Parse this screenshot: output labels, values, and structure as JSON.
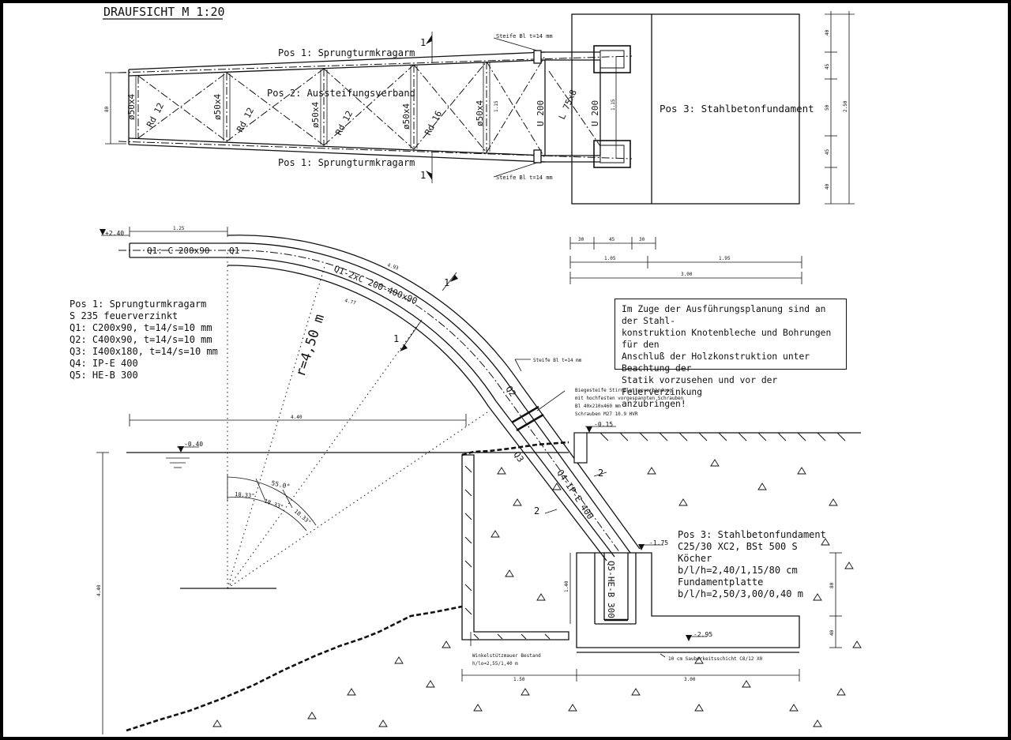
{
  "title": "DRAUFSICHT M 1:20",
  "plan": {
    "pos1_top": "Pos 1: Sprungturmkragarm",
    "pos1_bottom": "Pos 1: Sprungturmkragarm",
    "pos2": "Pos 2: Aussteifungsverband",
    "pos3": "Pos 3: Stahlbetonfundament",
    "section_mark": "1",
    "stiffener_top": "Steife Bl t=14 mm",
    "stiffener_bottom": "Steife Bl t=14 mm",
    "tube": "ø50x4",
    "rods": [
      "Rd 12",
      "Rd 12",
      "Rd 12",
      "Rd 16"
    ],
    "channel": "U 200",
    "angle": "L 75x8",
    "dims_right": [
      "40",
      "45",
      "50",
      "45",
      "40"
    ],
    "dim_total": "2.50",
    "dim_width": "1.15",
    "dim_left": "80"
  },
  "elevation": {
    "top_level": "+2.40",
    "dim_top": "1.25",
    "q1_label_a": "Q1: C 200x90",
    "q1_label_b": "Q1",
    "q1_q2_label": "Q1-2xC 200-400x90",
    "arc_len": "4.93",
    "arc_len_inner": "4.77",
    "radius": "r=4,50 m",
    "section_mark": "1",
    "stiffener": "Steife Bl t=14 mm",
    "connection_lines": [
      "Biegesteife Stirnplattenverbindung",
      "mit hochfesten vorgespannten Schrauben",
      "Bl 40x210x460 mm",
      "Schrauben M27 10.9 HVR"
    ],
    "q2": "Q2",
    "q3": "Q3",
    "q4_label": "Q4-IP-E 400",
    "q5_label": "Q5-HE-B 300",
    "section_mark2": "2",
    "dim_span": "4.40",
    "water_level": "-0.40",
    "ground_level": "-0.15",
    "socket_level": "-1.75",
    "plate_level": "-2.95",
    "angle_total": "55.0°",
    "angles": [
      "18.33°",
      "18.33°",
      "18.33°"
    ],
    "left_height": "4.40",
    "dim_140": "1.40",
    "wall_label_a": "Winkelstützmauer Bestand",
    "wall_label_b": "h/lo=2,55/1,40 m",
    "blinding": "10 cm Sauberkeitsschicht C8/12 X0",
    "dim_bottom_a": "1.50",
    "dim_bottom_b": "3.00",
    "dims_right": [
      "80",
      "40"
    ]
  },
  "top_dims": {
    "row1": [
      "30",
      "45",
      "30"
    ],
    "row2": [
      "1.05",
      "1.95"
    ],
    "row3": "3.00"
  },
  "pos1_spec": {
    "lines": [
      "Pos 1: Sprungturmkragarm",
      "S 235 feuerverzinkt",
      "Q1: C200x90, t=14/s=10 mm",
      "Q2: C400x90, t=14/s=10 mm",
      "Q3: I400x180, t=14/s=10 mm",
      "Q4: IP-E 400",
      "Q5: HE-B 300"
    ]
  },
  "pos3_spec": {
    "lines": [
      "Pos 3: Stahlbetonfundament",
      "C25/30 XC2, BSt 500 S",
      "Köcher",
      "b/l/h=2,40/1,15/80 cm",
      "Fundamentplatte",
      "b/l/h=2,50/3,00/0,40 m"
    ]
  },
  "note": "Im Zuge der Ausführungsplanung sind an der Stahl-\nkonstruktion Knotenbleche und Bohrungen für den\nAnschluß der Holzkonstruktion unter Beachtung der\nStatik vorzusehen und vor der Feuerverzinkung\nanzubringen!"
}
